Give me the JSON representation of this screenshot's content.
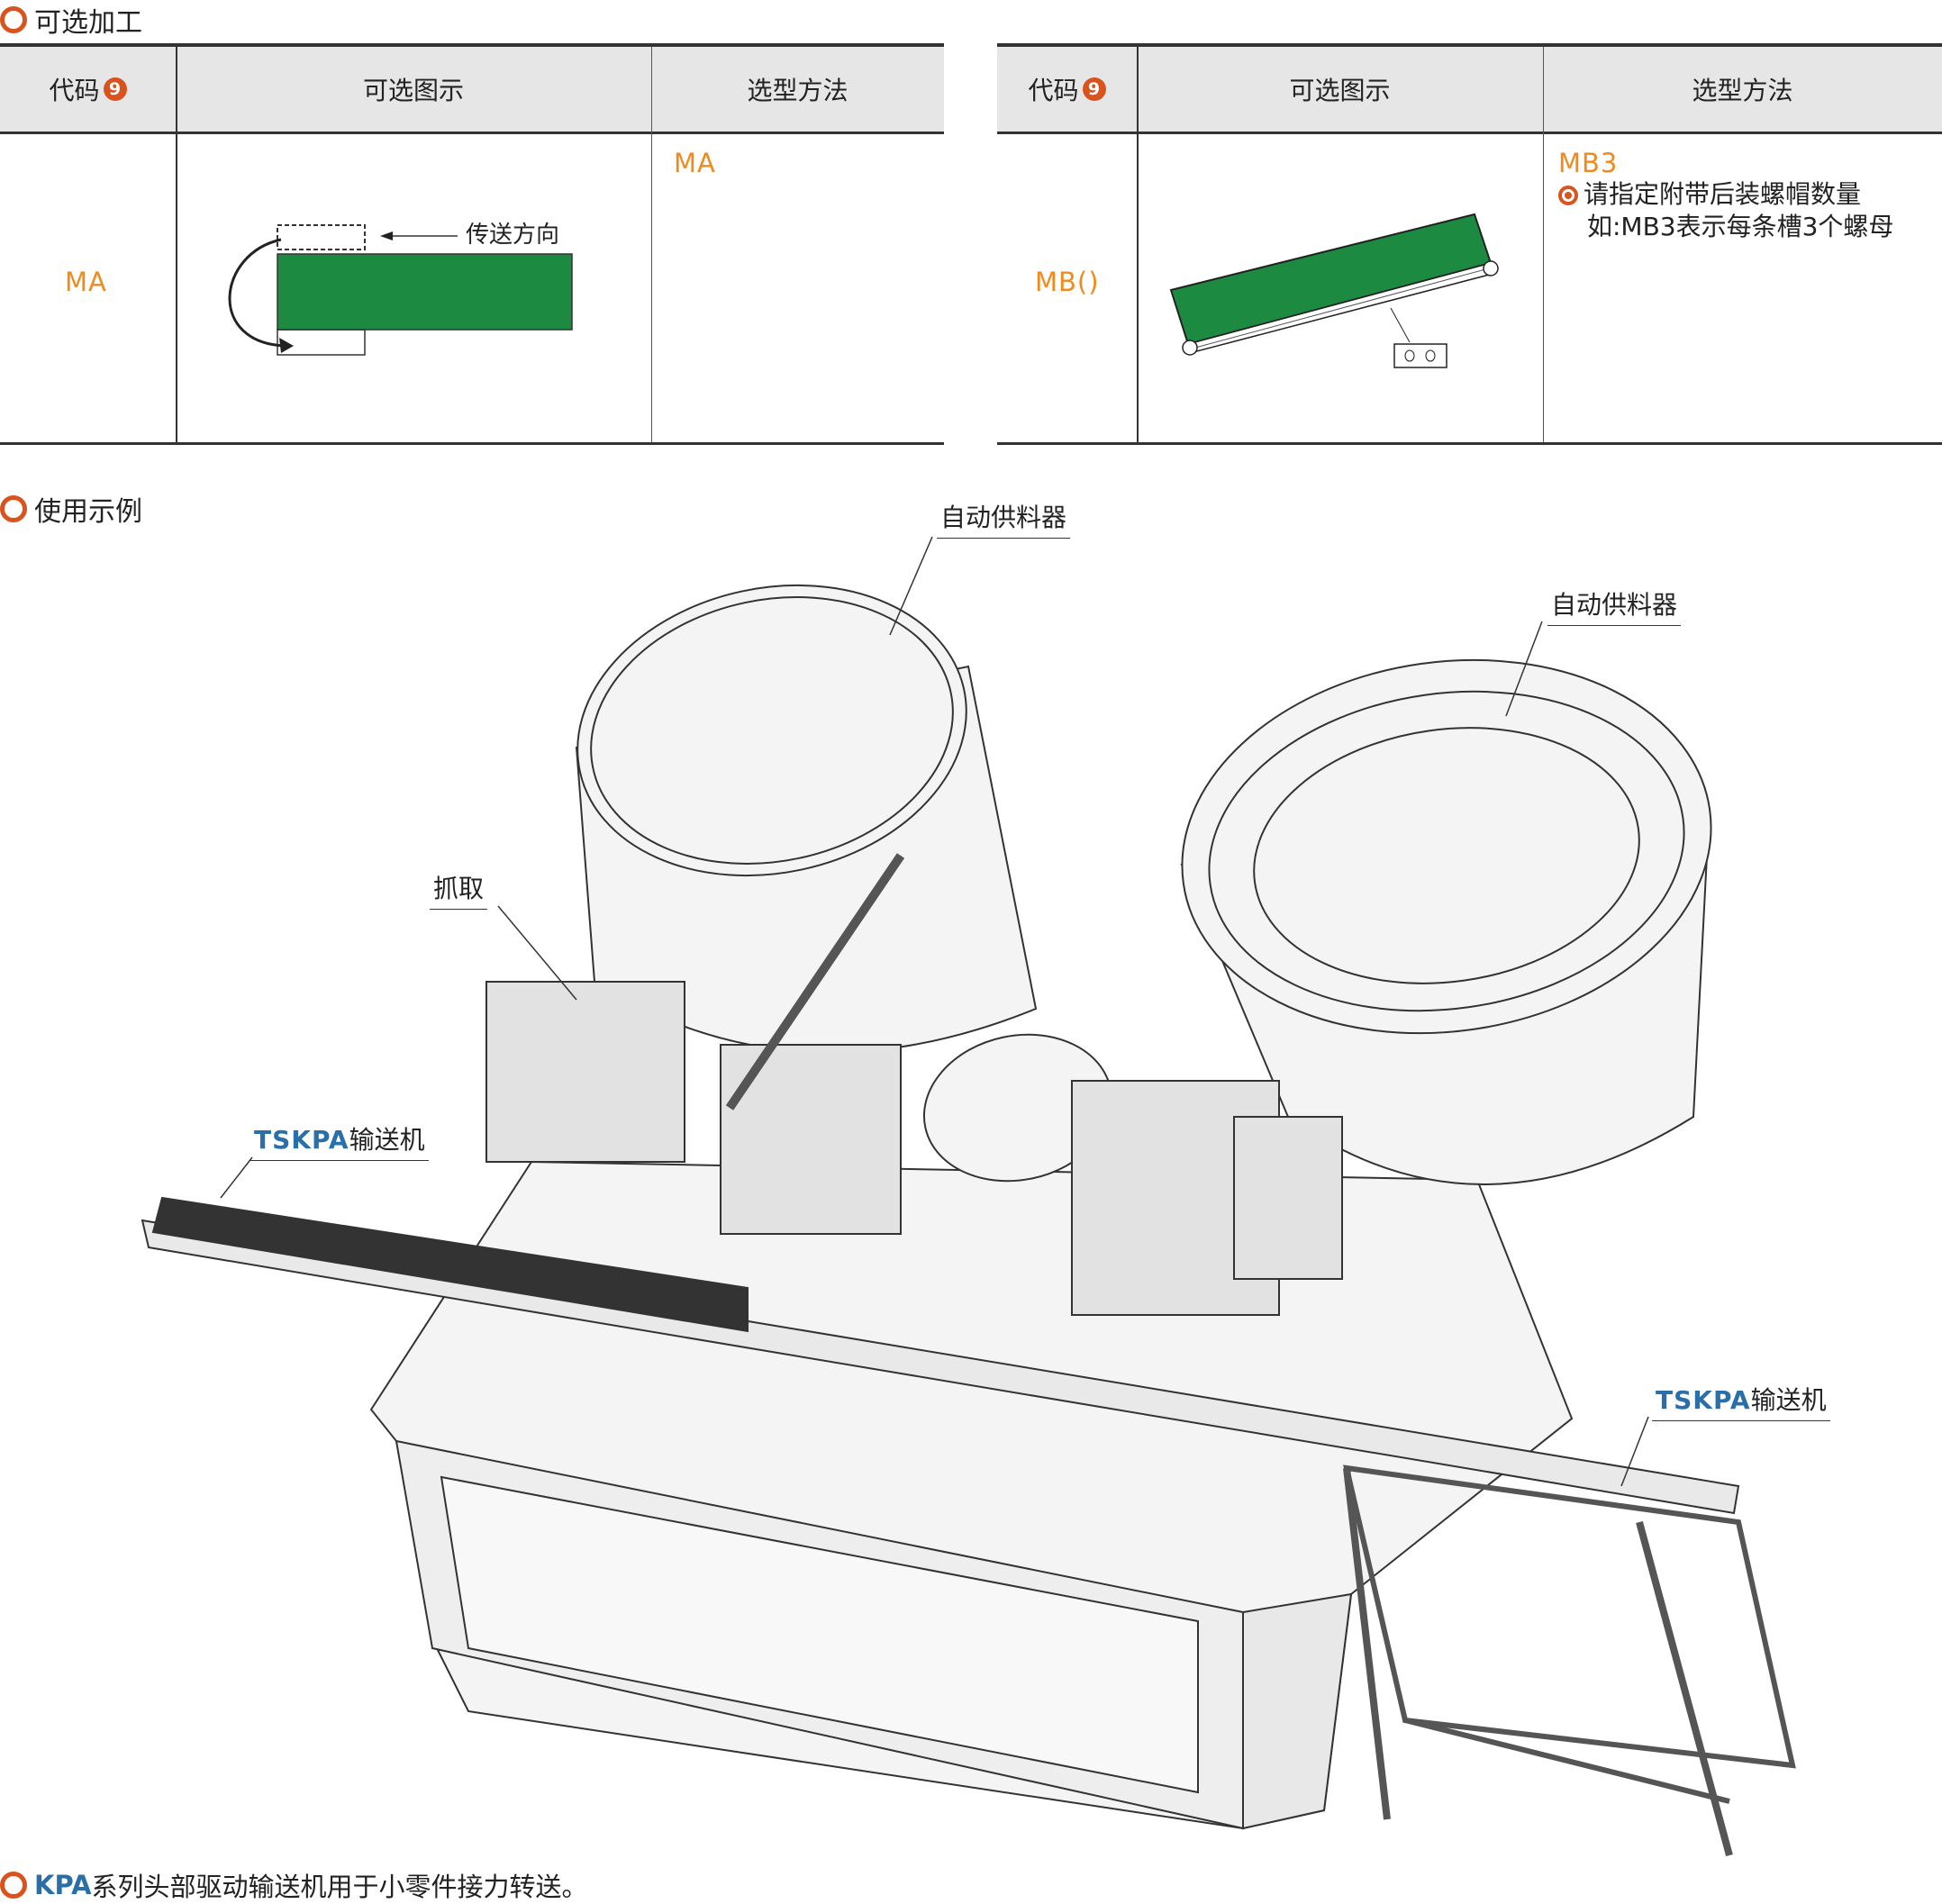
{
  "section_optional": {
    "title": "可选加工"
  },
  "table_left": {
    "headers": {
      "code": "代码",
      "badge": "9",
      "diagram": "可选图示",
      "method": "选型方法"
    },
    "row": {
      "code": "MA",
      "diagram_label": "传送方向",
      "method_code": "MA"
    }
  },
  "table_right": {
    "headers": {
      "code": "代码",
      "badge": "9",
      "diagram": "可选图示",
      "method": "选型方法"
    },
    "row": {
      "code": "MB()",
      "method_code": "MB3",
      "note_line1": "请指定附带后装螺帽数量",
      "note_line2": "如:MB3表示每条槽3个螺母"
    }
  },
  "section_example": {
    "title": "使用示例",
    "labels": {
      "feeder_1": "自动供料器",
      "feeder_2": "自动供料器",
      "pick": "抓取",
      "conveyor_1_brand": "TSKPA",
      "conveyor_1_text": "输送机",
      "conveyor_2_brand": "TSKPA",
      "conveyor_2_text": "输送机"
    }
  },
  "caption": {
    "brand": "KPA",
    "text": "系列头部驱动输送机用于小零件接力转送。"
  },
  "colors": {
    "accent": "#d9531e",
    "code": "#f08a1c",
    "belt": "#1d8a41",
    "brand_blue": "#2a6fa8"
  }
}
